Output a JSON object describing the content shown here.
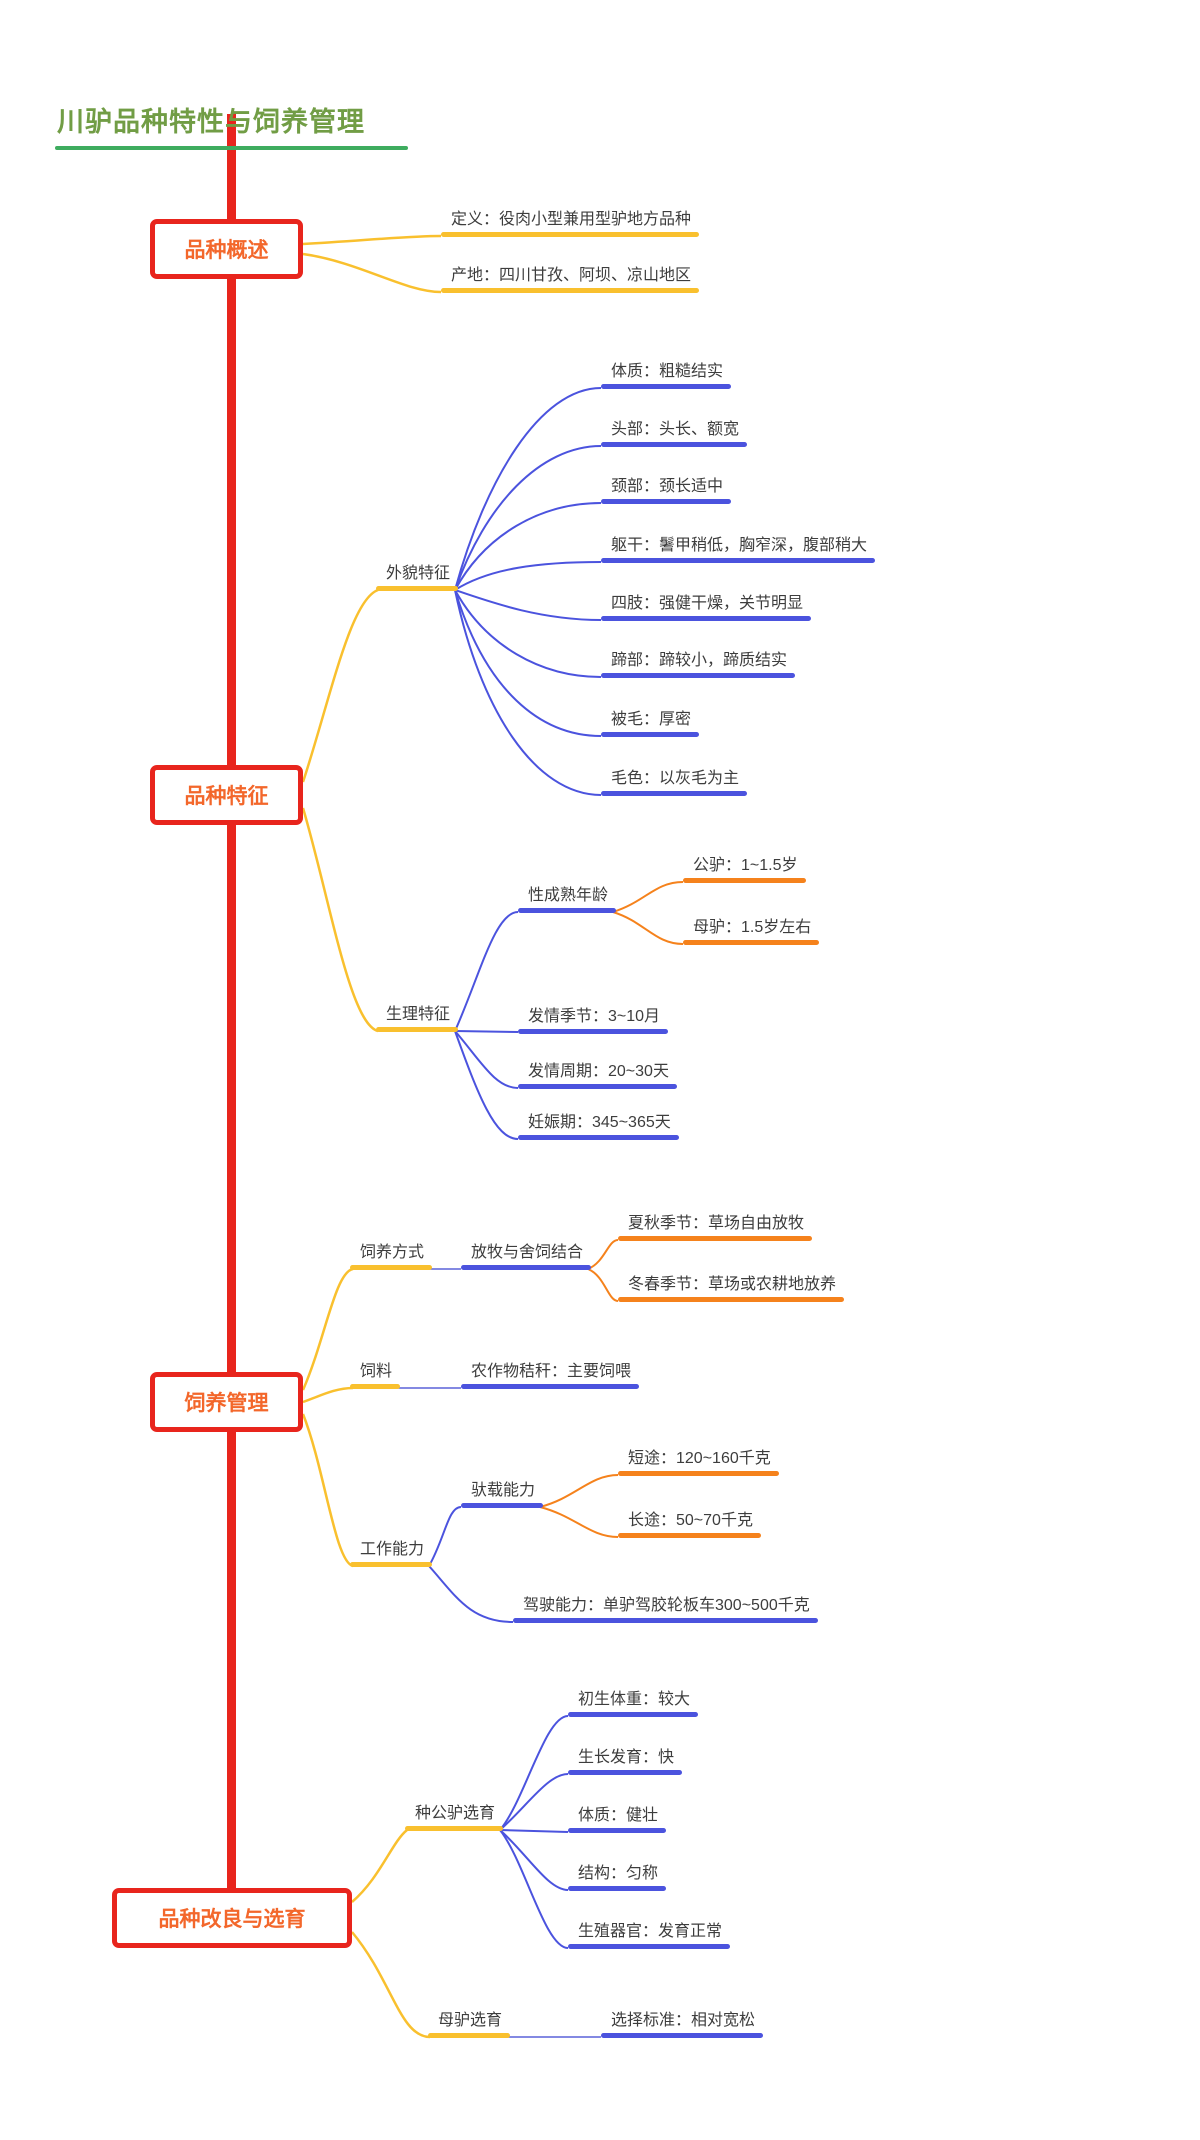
{
  "mindmap": {
    "title": "川驴品种特性与饲养管理",
    "colors": {
      "trunk_red": "#e8251d",
      "box_label_orange": "#f3672b",
      "title_green": "#719d45",
      "title_line_green": "#3eac5f",
      "underline_yellow": "#f9c02e",
      "underline_blue": "#4b53de",
      "underline_orange": "#f5821c",
      "node_text": "#3d3d3d"
    },
    "branches": [
      {
        "label": "品种概述",
        "children": [
          {
            "label": "定义：役肉小型兼用型驴地方品种"
          },
          {
            "label": "产地：四川甘孜、阿坝、凉山地区"
          }
        ]
      },
      {
        "label": "品种特征",
        "children": [
          {
            "label": "外貌特征",
            "children": [
              {
                "label": "体质：粗糙结实"
              },
              {
                "label": "头部：头长、额宽"
              },
              {
                "label": "颈部：颈长适中"
              },
              {
                "label": "躯干：鬐甲稍低，胸窄深，腹部稍大"
              },
              {
                "label": "四肢：强健干燥，关节明显"
              },
              {
                "label": "蹄部：蹄较小，蹄质结实"
              },
              {
                "label": "被毛：厚密"
              },
              {
                "label": "毛色：以灰毛为主"
              }
            ]
          },
          {
            "label": "生理特征",
            "children": [
              {
                "label": "性成熟年龄",
                "children": [
                  {
                    "label": "公驴：1~1.5岁"
                  },
                  {
                    "label": "母驴：1.5岁左右"
                  }
                ]
              },
              {
                "label": "发情季节：3~10月"
              },
              {
                "label": "发情周期：20~30天"
              },
              {
                "label": "妊娠期：345~365天"
              }
            ]
          }
        ]
      },
      {
        "label": "饲养管理",
        "children": [
          {
            "label": "饲养方式",
            "children": [
              {
                "label": "放牧与舍饲结合",
                "children": [
                  {
                    "label": "夏秋季节：草场自由放牧"
                  },
                  {
                    "label": "冬春季节：草场或农耕地放养"
                  }
                ]
              }
            ]
          },
          {
            "label": "饲料",
            "children": [
              {
                "label": "农作物秸秆：主要饲喂"
              }
            ]
          },
          {
            "label": "工作能力",
            "children": [
              {
                "label": "驮载能力",
                "children": [
                  {
                    "label": "短途：120~160千克"
                  },
                  {
                    "label": "长途：50~70千克"
                  }
                ]
              },
              {
                "label": "驾驶能力：单驴驾胶轮板车300~500千克"
              }
            ]
          }
        ]
      },
      {
        "label": "品种改良与选育",
        "children": [
          {
            "label": "种公驴选育",
            "children": [
              {
                "label": "初生体重：较大"
              },
              {
                "label": "生长发育：快"
              },
              {
                "label": "体质：健壮"
              },
              {
                "label": "结构：匀称"
              },
              {
                "label": "生殖器官：发育正常"
              }
            ]
          },
          {
            "label": "母驴选育",
            "children": [
              {
                "label": "选择标准：相对宽松"
              }
            ]
          }
        ]
      }
    ]
  }
}
